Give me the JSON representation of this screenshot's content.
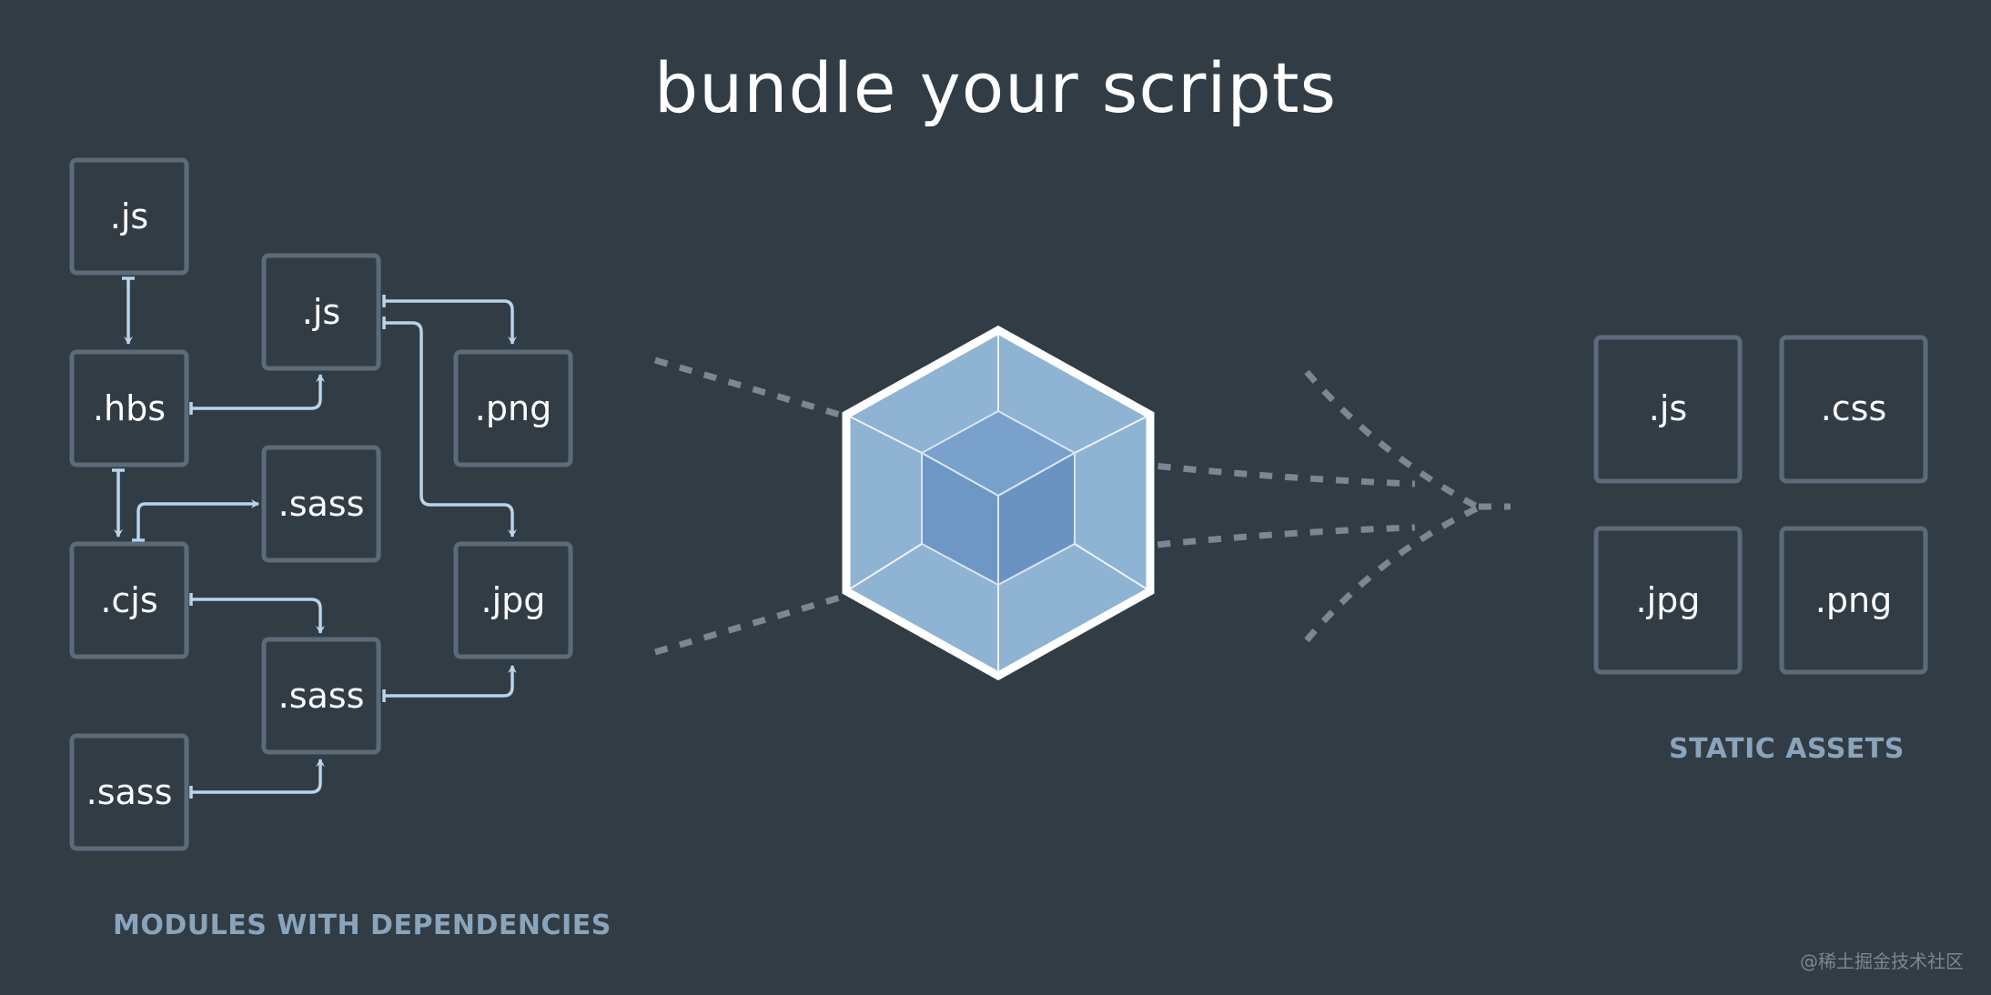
{
  "title": "bundle your scripts",
  "modules_label": "MODULES WITH DEPENDENCIES",
  "assets_label": "STATIC ASSETS",
  "watermark": "@稀土掘金技术社区",
  "colors": {
    "background": "#313c45",
    "box_border": "#5b6b7a",
    "arrow": "#b9d3ea",
    "dashes": "#7d8791",
    "cube_outer": "#8fb3d2",
    "cube_inner": "#6e97c6",
    "cube_outline": "#ffffff"
  },
  "modules": [
    {
      "id": "m-js-1",
      "label": ".js"
    },
    {
      "id": "m-hbs",
      "label": ".hbs"
    },
    {
      "id": "m-cjs",
      "label": ".cjs"
    },
    {
      "id": "m-sass-1",
      "label": ".sass"
    },
    {
      "id": "m-js-2",
      "label": ".js"
    },
    {
      "id": "m-sass-2",
      "label": ".sass"
    },
    {
      "id": "m-sass-3",
      "label": ".sass"
    },
    {
      "id": "m-png",
      "label": ".png"
    },
    {
      "id": "m-jpg",
      "label": ".jpg"
    }
  ],
  "dependencies": [
    {
      "from": "m-js-1",
      "to": "m-hbs"
    },
    {
      "from": "m-hbs",
      "to": "m-js-2"
    },
    {
      "from": "m-hbs",
      "to": "m-cjs"
    },
    {
      "from": "m-cjs",
      "to": "m-sass-2"
    },
    {
      "from": "m-cjs",
      "to": "m-sass-3"
    },
    {
      "from": "m-js-2",
      "to": "m-png"
    },
    {
      "from": "m-js-2",
      "to": "m-jpg"
    },
    {
      "from": "m-sass-1",
      "to": "m-sass-3"
    },
    {
      "from": "m-sass-3",
      "to": "m-jpg"
    }
  ],
  "assets": [
    {
      "id": "a-js",
      "label": ".js"
    },
    {
      "id": "a-css",
      "label": ".css"
    },
    {
      "id": "a-jpg",
      "label": ".jpg"
    },
    {
      "id": "a-png",
      "label": ".png"
    }
  ]
}
